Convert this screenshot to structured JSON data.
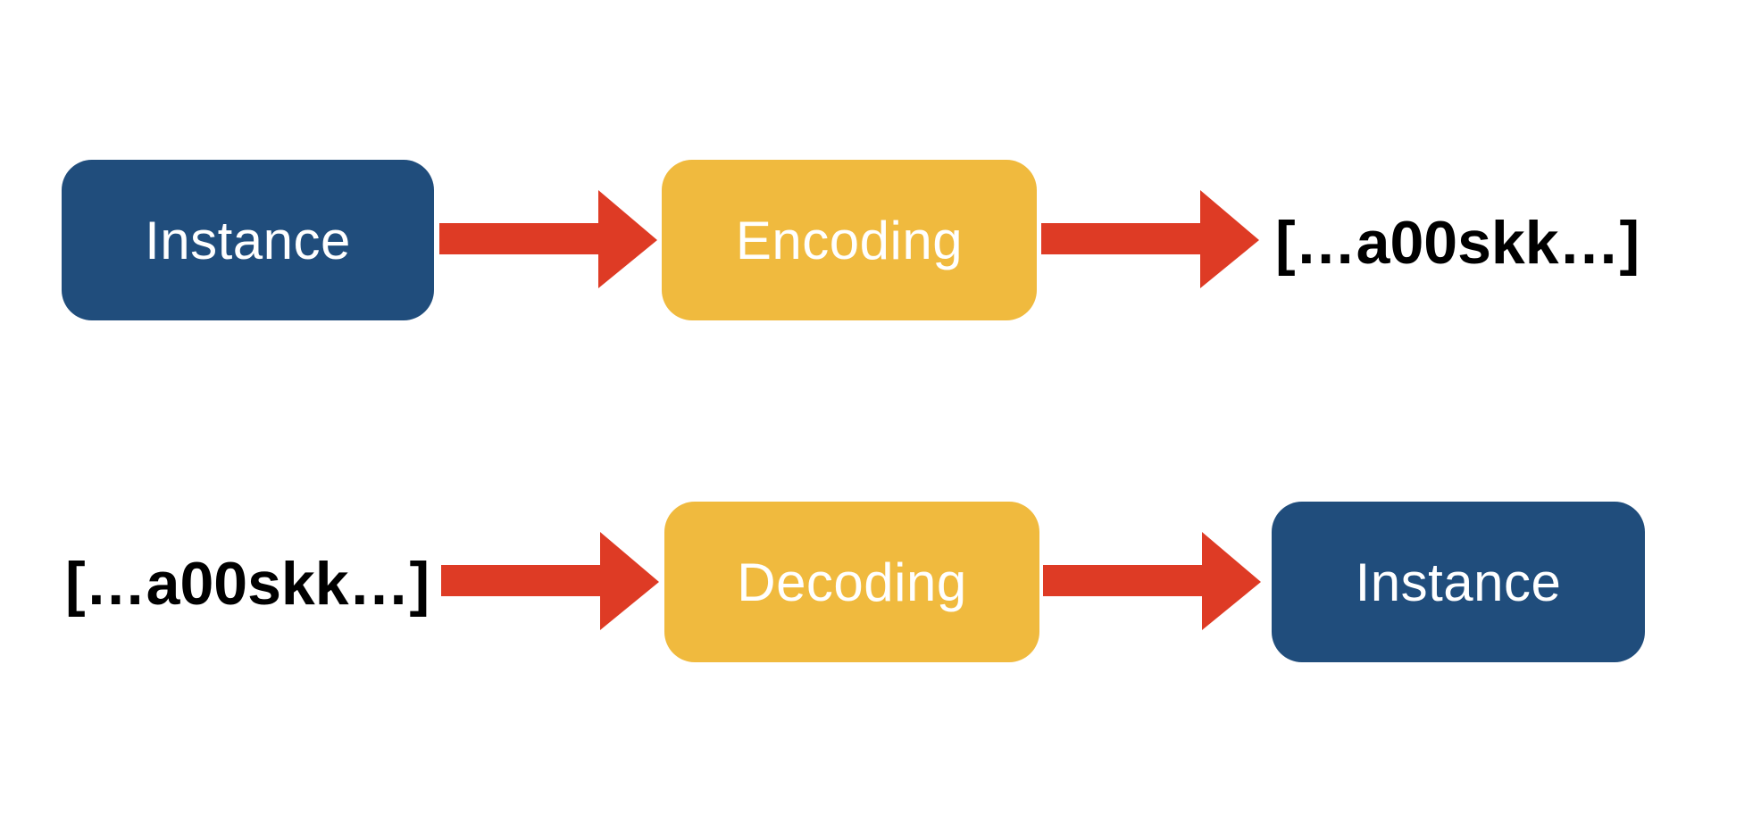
{
  "encoding_row": {
    "source_label": "Instance",
    "process_label": "Encoding",
    "output_label": "[…a00skk…]"
  },
  "decoding_row": {
    "source_label": "[…a00skk…]",
    "process_label": "Decoding",
    "output_label": "Instance"
  },
  "colors": {
    "instance_box": "#204d7c",
    "process_box": "#f0ba3e",
    "arrow": "#de3b25",
    "code_text": "#000000",
    "box_text": "#ffffff"
  }
}
